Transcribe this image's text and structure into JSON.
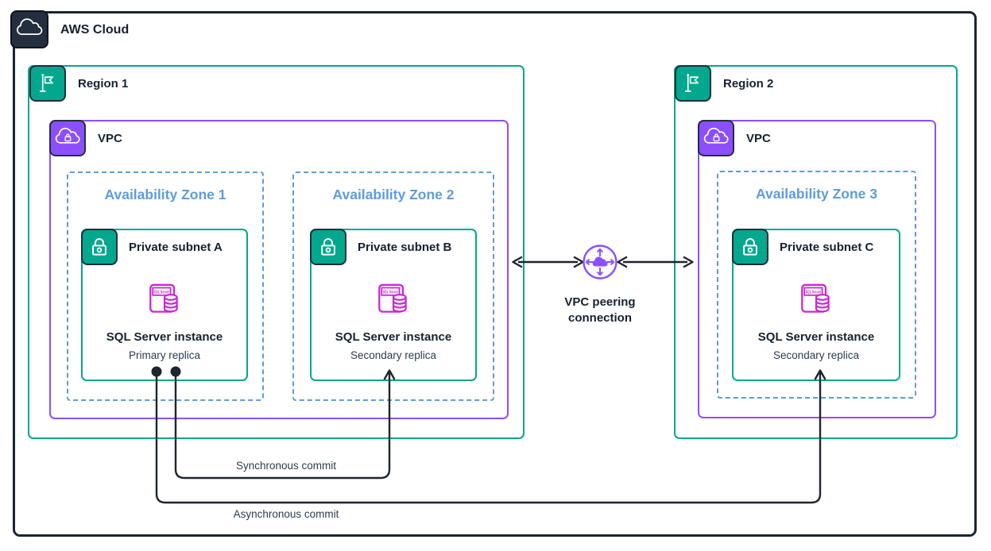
{
  "aws_cloud": {
    "label": "AWS Cloud"
  },
  "region1": {
    "label": "Region 1"
  },
  "region2": {
    "label": "Region 2"
  },
  "vpc1": {
    "label": "VPC"
  },
  "vpc2": {
    "label": "VPC"
  },
  "az1": {
    "label": "Availability Zone 1"
  },
  "az2": {
    "label": "Availability Zone 2"
  },
  "az3": {
    "label": "Availability Zone 3"
  },
  "subnet_a": {
    "label": "Private subnet A",
    "instance_label": "SQL Server instance",
    "replica_label": "Primary replica"
  },
  "subnet_b": {
    "label": "Private subnet B",
    "instance_label": "SQL Server instance",
    "replica_label": "Secondary replica"
  },
  "subnet_c": {
    "label": "Private subnet C",
    "instance_label": "SQL Server instance",
    "replica_label": "Secondary replica"
  },
  "sql_icon": {
    "label": "SQL Server"
  },
  "peering": {
    "label_line1": "VPC peering",
    "label_line2": "connection"
  },
  "connections": {
    "sync_label": "Synchronous commit",
    "async_label": "Asynchronous commit"
  },
  "colors": {
    "dark_navy": "#232F3E",
    "teal": "#01A88D",
    "purple": "#8C4FFF",
    "az_blue": "#5E9CD8",
    "sql_magenta": "#CC26D5",
    "line_black": "#1E252E"
  }
}
